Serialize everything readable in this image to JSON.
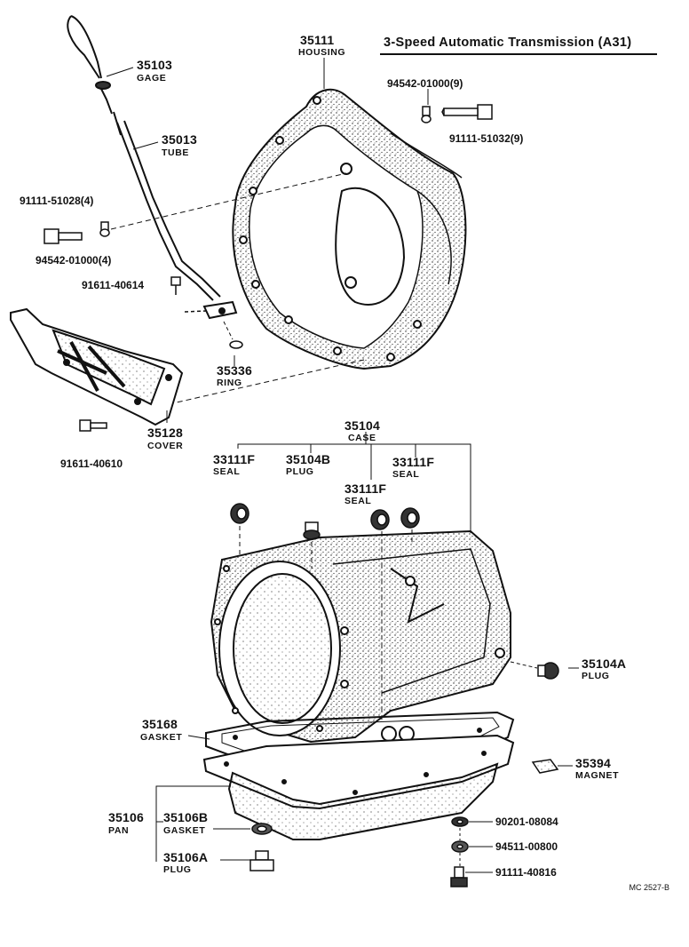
{
  "title": "3-Speed Automatic Transmission (A31)",
  "reference": "MC 2527-B",
  "parts": {
    "gage": {
      "number": "35103",
      "name": "GAGE"
    },
    "tube": {
      "number": "35013",
      "name": "TUBE"
    },
    "housing": {
      "number": "35111",
      "name": "HOUSING"
    },
    "washer_top": {
      "number": "94542-01000(9)"
    },
    "bolt_top": {
      "number": "91111-51032(9)"
    },
    "bolt_left": {
      "number": "91111-51028(4)"
    },
    "washer_left": {
      "number": "94542-01000(4)"
    },
    "bolt_tube": {
      "number": "91611-40614"
    },
    "ring": {
      "number": "35336",
      "name": "RING"
    },
    "cover": {
      "number": "35128",
      "name": "COVER"
    },
    "bolt_cover": {
      "number": "91611-40610"
    },
    "case": {
      "number": "35104",
      "name": "CASE"
    },
    "seal_left": {
      "number": "33111F",
      "name": "SEAL"
    },
    "plug_b": {
      "number": "35104B",
      "name": "PLUG"
    },
    "seal_mid": {
      "number": "33111F",
      "name": "SEAL"
    },
    "seal_right": {
      "number": "33111F",
      "name": "SEAL"
    },
    "plug_a": {
      "number": "35104A",
      "name": "PLUG"
    },
    "gasket": {
      "number": "35168",
      "name": "GASKET"
    },
    "magnet": {
      "number": "35394",
      "name": "MAGNET"
    },
    "pan": {
      "number": "35106",
      "name": "PAN"
    },
    "pan_gasket": {
      "number": "35106B",
      "name": "GASKET"
    },
    "pan_plug": {
      "number": "35106A",
      "name": "PLUG"
    },
    "washer_pan1": {
      "number": "90201-08084"
    },
    "washer_pan2": {
      "number": "94511-00800"
    },
    "bolt_pan": {
      "number": "91111-40816"
    }
  }
}
